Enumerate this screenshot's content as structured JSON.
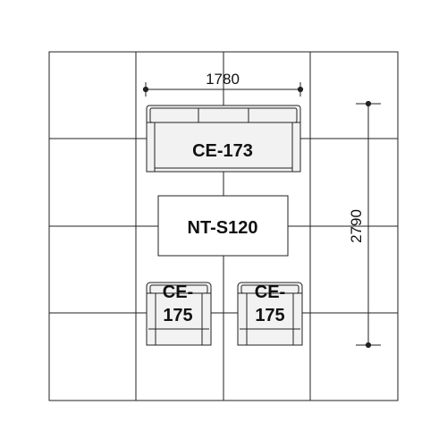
{
  "plan": {
    "dimensions": {
      "width": "1780",
      "depth": "2790"
    },
    "furniture": {
      "sofa": {
        "model": "CE-173"
      },
      "table": {
        "model": "NT-S120"
      },
      "chair_left": {
        "model_line1": "CE-",
        "model_line2": "175"
      },
      "chair_right": {
        "model_line1": "CE-",
        "model_line2": "175"
      }
    },
    "colors": {
      "line": "#222222",
      "furniture_fill": "#f2f2f2",
      "background": "#ffffff"
    }
  }
}
